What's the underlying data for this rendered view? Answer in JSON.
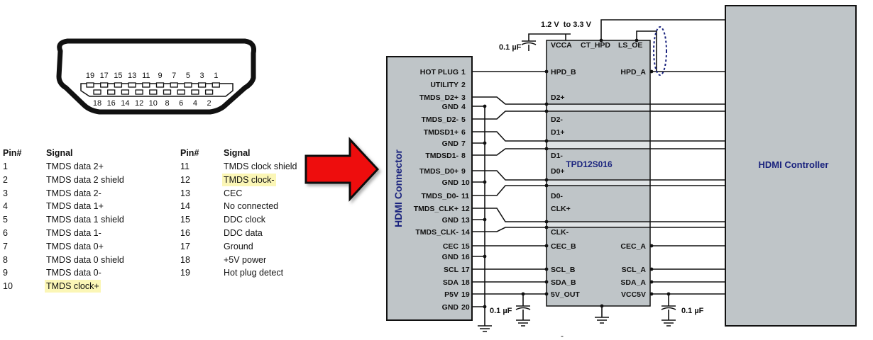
{
  "connector_drawing": {
    "top_row_pins": [
      "19",
      "17",
      "15",
      "13",
      "11",
      "9",
      "7",
      "5",
      "3",
      "1"
    ],
    "bottom_row_pins": [
      "18",
      "16",
      "14",
      "12",
      "10",
      "8",
      "6",
      "4",
      "2"
    ]
  },
  "pin_table": {
    "headers": {
      "pin": "Pin#",
      "signal": "Signal"
    },
    "left": [
      {
        "pin": "1",
        "signal": "TMDS data 2+",
        "highlight": false
      },
      {
        "pin": "2",
        "signal": "TMDS data 2 shield",
        "highlight": false
      },
      {
        "pin": "3",
        "signal": "TMDS data 2-",
        "highlight": false
      },
      {
        "pin": "4",
        "signal": "TMDS data 1+",
        "highlight": false
      },
      {
        "pin": "5",
        "signal": "TMDS data 1 shield",
        "highlight": false
      },
      {
        "pin": "6",
        "signal": "TMDS data 1-",
        "highlight": false
      },
      {
        "pin": "7",
        "signal": "TMDS data 0+",
        "highlight": false
      },
      {
        "pin": "8",
        "signal": "TMDS data 0 shield",
        "highlight": false
      },
      {
        "pin": "9",
        "signal": "TMDS data 0-",
        "highlight": false
      },
      {
        "pin": "10",
        "signal": "TMDS clock+",
        "highlight": true
      }
    ],
    "right": [
      {
        "pin": "11",
        "signal": "TMDS clock shield",
        "highlight": false
      },
      {
        "pin": "12",
        "signal": "TMDS clock-",
        "highlight": true
      },
      {
        "pin": "13",
        "signal": "CEC",
        "highlight": false
      },
      {
        "pin": "14",
        "signal": "No connected",
        "highlight": false
      },
      {
        "pin": "15",
        "signal": "DDC clock",
        "highlight": false
      },
      {
        "pin": "16",
        "signal": "DDC data",
        "highlight": false
      },
      {
        "pin": "17",
        "signal": "Ground",
        "highlight": false
      },
      {
        "pin": "18",
        "signal": "+5V power",
        "highlight": false
      },
      {
        "pin": "19",
        "signal": "Hot plug detect",
        "highlight": false
      }
    ]
  },
  "arrow": {
    "color": "#ee1111",
    "direction": "right"
  },
  "hdmi_connector": {
    "title": "HDMI Connector",
    "pins": [
      {
        "label": "HOT PLUG",
        "num": "1"
      },
      {
        "label": "UTILITY",
        "num": "2"
      },
      {
        "label": "TMDS_D2+",
        "num": "3"
      },
      {
        "label": "GND",
        "num": "4"
      },
      {
        "label": "TMDS_D2-",
        "num": "5"
      },
      {
        "label": "TMDSD1+",
        "num": "6"
      },
      {
        "label": "GND",
        "num": "7"
      },
      {
        "label": "TMDSD1-",
        "num": "8"
      },
      {
        "label": "TMDS_D0+",
        "num": "9"
      },
      {
        "label": "GND",
        "num": "10"
      },
      {
        "label": "TMDS_D0-",
        "num": "11"
      },
      {
        "label": "TMDS_CLK+",
        "num": "12"
      },
      {
        "label": "GND",
        "num": "13"
      },
      {
        "label": "TMDS_CLK-",
        "num": "14"
      },
      {
        "label": "CEC",
        "num": "15"
      },
      {
        "label": "GND",
        "num": "16"
      },
      {
        "label": "SCL",
        "num": "17"
      },
      {
        "label": "SDA",
        "num": "18"
      },
      {
        "label": "P5V",
        "num": "19"
      },
      {
        "label": "GND",
        "num": "20"
      }
    ]
  },
  "tpd_chip": {
    "name": "TPD12S016",
    "top_pins": [
      "VCCA",
      "CT_HPD",
      "LS_OE"
    ],
    "left_pins": [
      "HPD_B",
      "D2+",
      "D2-",
      "D1+",
      "D1-",
      "D0+",
      "D0-",
      "CLK+",
      "CLK-",
      "CEC_B",
      "SCL_B",
      "SDA_B",
      "5V_OUT"
    ],
    "right_pins": [
      "HPD_A",
      "CEC_A",
      "SCL_A",
      "SDA_A",
      "VCC5V"
    ]
  },
  "supply_label": "1.2 V  to 3.3 V",
  "capacitors": [
    "0.1 µF",
    "0.1 µF",
    "0.1 µF"
  ],
  "hdmi_controller": {
    "name": "HDMI Controller"
  },
  "colors": {
    "block_fill": "#bfc5c8",
    "title_blue": "#1a237e",
    "wire": "#111111",
    "highlight": "#fbf6b6"
  }
}
